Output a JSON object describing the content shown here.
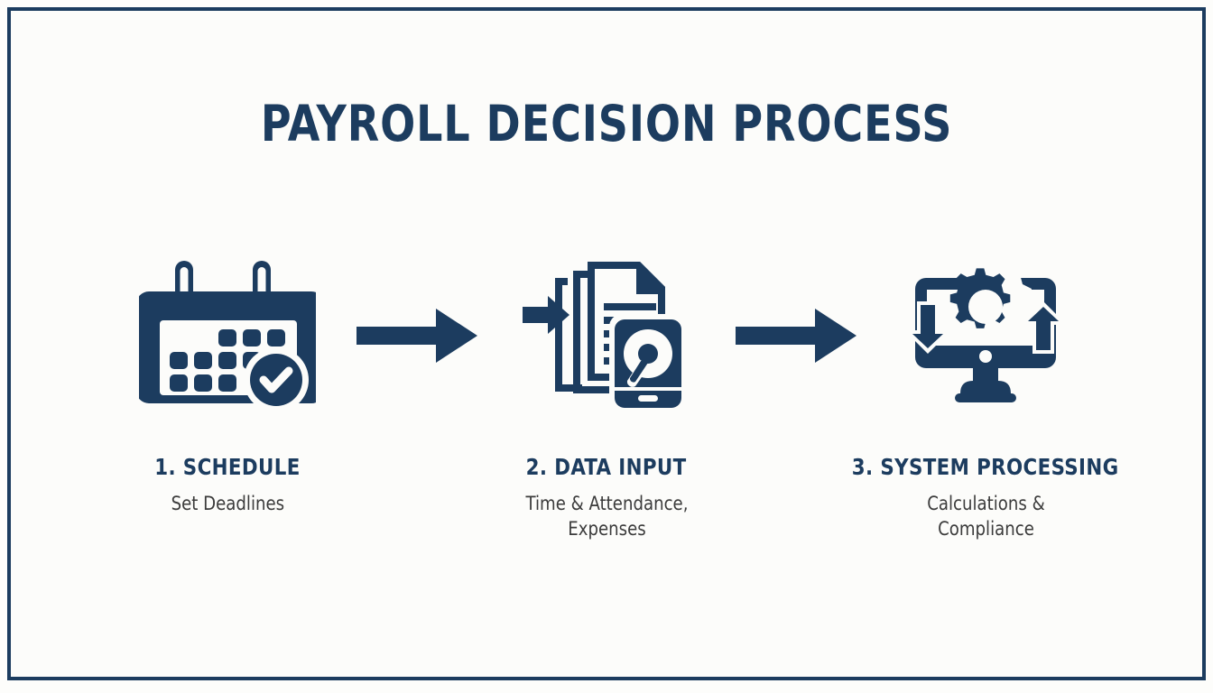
{
  "slide": {
    "title": "PAYROLL DECISION PROCESS",
    "border_color": "#1c3c5f",
    "background_color": "#fcfcfa",
    "accent_color": "#1c3c5f",
    "subtitle_color": "#3b3b3b"
  },
  "flow": {
    "steps": [
      {
        "title": "1. SCHEDULE",
        "subtitle": "Set Deadlines",
        "icon": "calendar-check-icon"
      },
      {
        "title": "2. DATA INPUT",
        "subtitle": "Time & Attendance, Expenses",
        "icon": "documents-mobile-data-icon"
      },
      {
        "title": "3. SYSTEM PROCESSING",
        "subtitle": "Calculations & Compliance",
        "icon": "monitor-gear-cycle-icon"
      }
    ],
    "connectors": [
      {
        "icon": "right-arrow-icon"
      },
      {
        "icon": "right-arrow-icon"
      }
    ]
  }
}
